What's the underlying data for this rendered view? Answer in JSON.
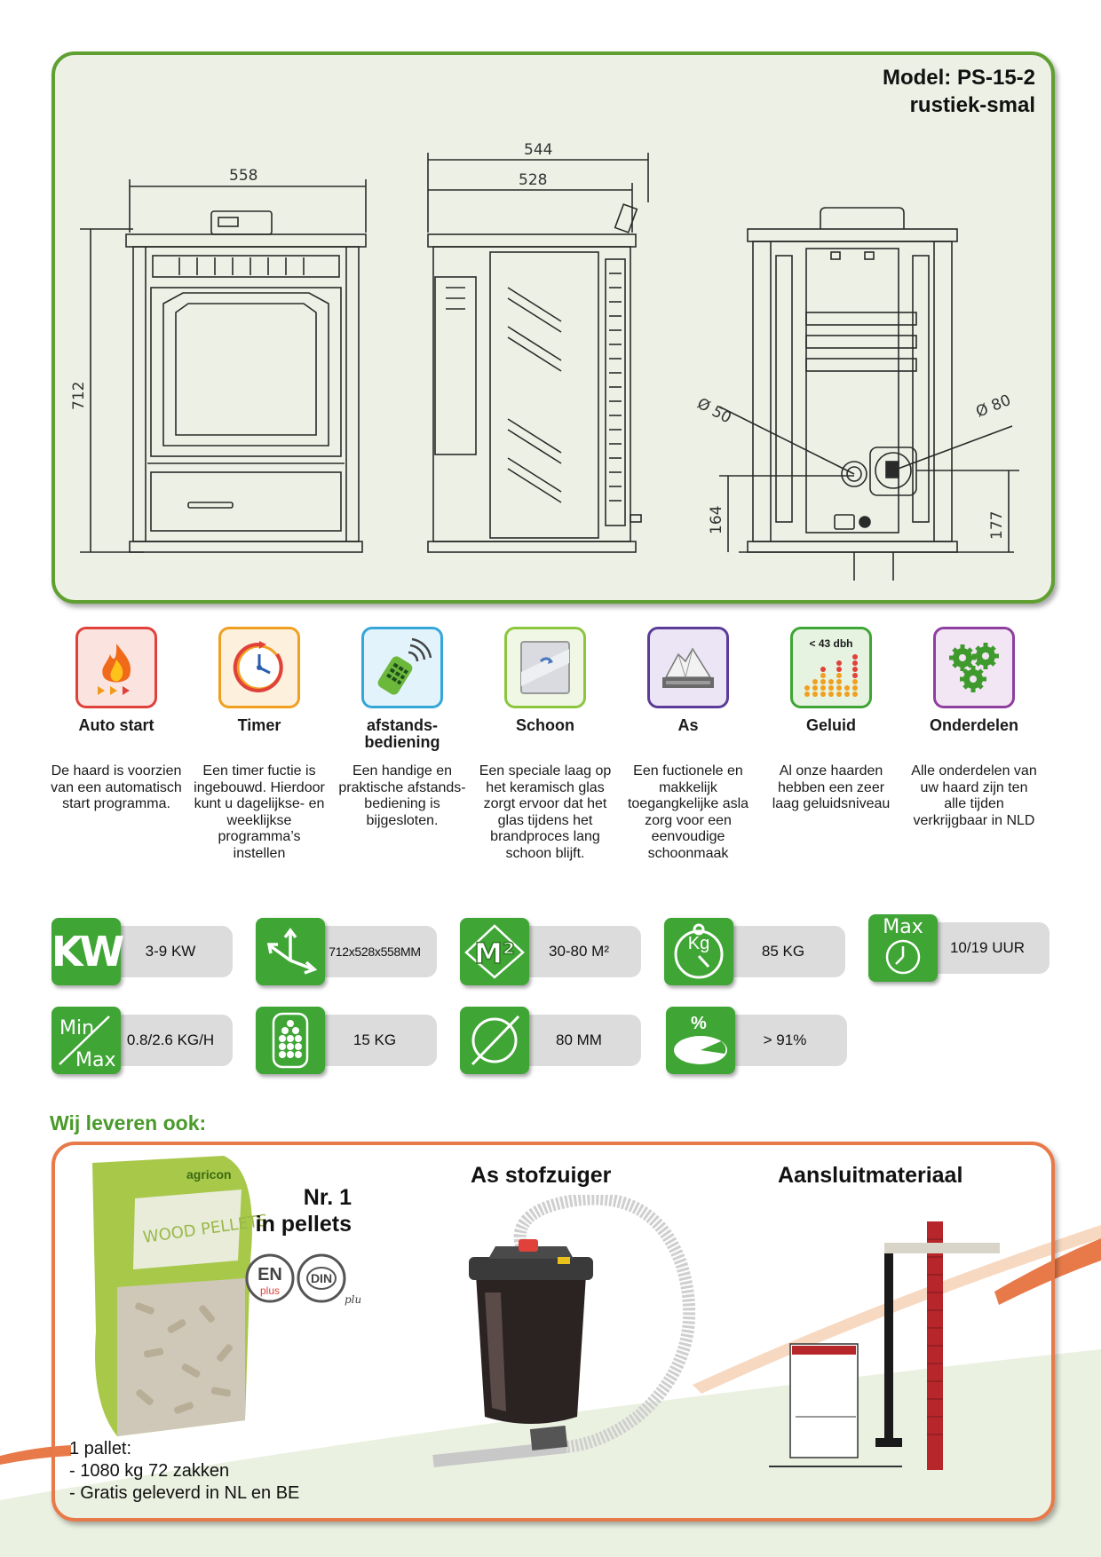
{
  "model": {
    "line1": "Model: PS-15-2",
    "line2": "rustiek-smal"
  },
  "dimensions": {
    "front_width": "558",
    "front_height": "712",
    "side_total": "544",
    "side_body": "528",
    "back_pipe_small": "Ø 50",
    "back_pipe_large": "Ø 80",
    "back_height_small": "164",
    "back_height_large": "177"
  },
  "features": [
    {
      "icon": "flame-icon",
      "title": "Auto start",
      "desc": "De haard is voorzien van een automatisch start programma.",
      "color": "#e0413a"
    },
    {
      "icon": "clock-icon",
      "title": "Timer",
      "desc": "Een timer fuctie is ingebouwd. Hierdoor kunt u dagelijkse- en weeklijkse programma’s instellen",
      "color": "#f0a020"
    },
    {
      "icon": "remote-icon",
      "title": "afstands-\nbediening",
      "desc": "Een handige en praktische afstands- bediening is bijgesloten.",
      "color": "#35a6d8"
    },
    {
      "icon": "glass-icon",
      "title": "Schoon",
      "desc": "Een speciale laag op het keramisch glas zorgt ervoor dat het glas tijdens het brandproces lang schoon blijft.",
      "color": "#8cc63f"
    },
    {
      "icon": "ash-tray-icon",
      "title": "As",
      "desc": "Een fuctionele en makkelijk toegangkelijke asla zorg voor een eenvoudige schoonmaak",
      "color": "#5b3c98"
    },
    {
      "icon": "sound-level-icon",
      "title": "Geluid",
      "desc": "Al onze haarden hebben een zeer laag geluidsniveau",
      "color": "#3fa535",
      "badge": "< 43 dbh"
    },
    {
      "icon": "gears-icon",
      "title": "Onderdelen",
      "desc": "Alle onderdelen van uw haard zijn ten alle tijden verkrijgbaar in NLD",
      "color": "#8e3fa0"
    }
  ],
  "specs": [
    {
      "icon": "kw-icon",
      "icon_text": "KW",
      "value": "3-9 KW"
    },
    {
      "icon": "axes-icon",
      "value": "712x528x558MM"
    },
    {
      "icon": "area-icon",
      "icon_text": "M²",
      "value": "30-80 M²"
    },
    {
      "icon": "weight-icon",
      "icon_text": "Kg",
      "value": "85 KG"
    },
    {
      "icon": "max-time-icon",
      "icon_text": "Max",
      "value": "10/19 UUR"
    },
    {
      "icon": "min-max-icon",
      "icon_text_top": "Min",
      "icon_text_bottom": "Max",
      "value": "0.8/2.6 KG/H"
    },
    {
      "icon": "pellet-tank-icon",
      "value": "15 KG"
    },
    {
      "icon": "diameter-icon",
      "value": "80 MM"
    },
    {
      "icon": "efficiency-icon",
      "icon_text": "%",
      "value": "> 91%"
    }
  ],
  "also": {
    "heading": "Wij leveren ook:",
    "pellets_title_1": "Nr. 1",
    "pellets_title_2": "in pellets",
    "pellet_brand": "agricon",
    "pellet_label": "WOOD PELLETS",
    "cert_en": "EN",
    "cert_en_sub": "plus",
    "cert_din": "DIN",
    "cert_din_sub": "plus",
    "vacuum_title": "As stofzuiger",
    "connect_title": "Aansluitmateriaal",
    "pallet_lines": [
      "1 pallet:",
      "- 1080 kg 72 zakken",
      "- Gratis geleverd in NL en BE"
    ]
  },
  "colors": {
    "drawing_border": "#5fa030",
    "drawing_bg": "#edf1e5",
    "spec_green": "#3fa535",
    "also_border": "#e87a4a",
    "heading_green": "#4a9a2a"
  }
}
